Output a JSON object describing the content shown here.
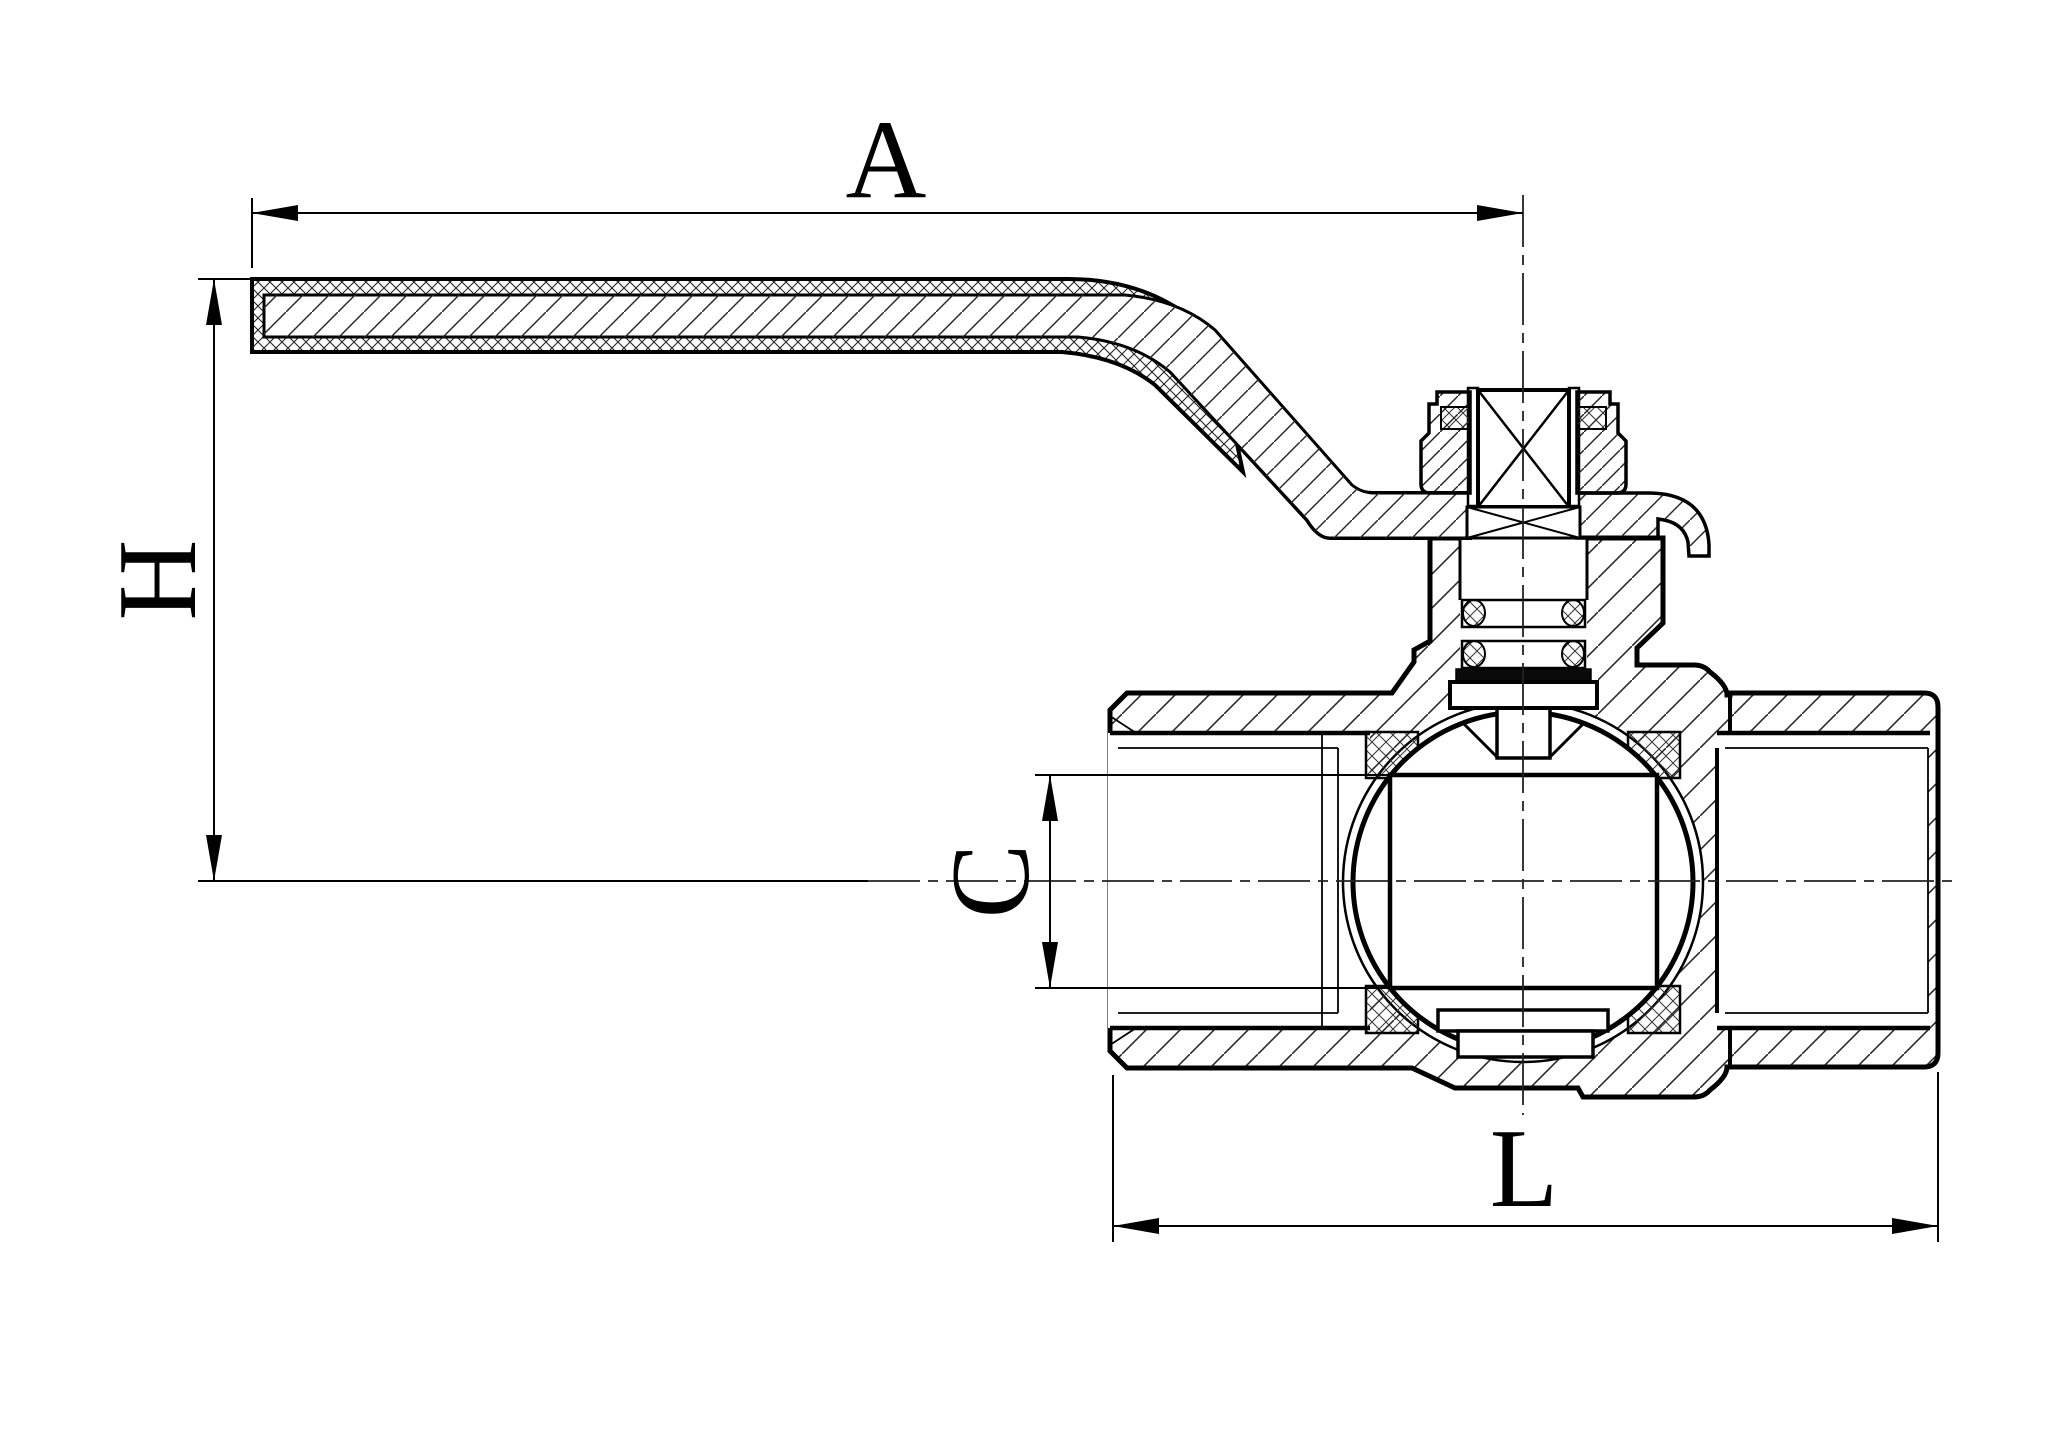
{
  "drawing": {
    "background": "#ffffff",
    "ink": "#000000",
    "centerline_color": "#222222",
    "kind": "ball-valve-cross-section"
  },
  "dimensions": {
    "A": {
      "label": "A",
      "orientation": "horizontal"
    },
    "H": {
      "label": "H",
      "orientation": "vertical"
    },
    "C": {
      "label": "C",
      "orientation": "vertical"
    },
    "L": {
      "label": "L",
      "orientation": "horizontal"
    }
  },
  "parts": {
    "handle": "lever-handle-with-plastic-cover",
    "nut": "gland-nut",
    "stem": "stem-with-square-section",
    "orings": "stem-o-ring-seals",
    "body": "valve-body",
    "ball": "ball-with-through-bore",
    "seats": "ptfe-seats",
    "left_port": "female-threaded-port-left",
    "right_port": "female-threaded-tail-piece-right"
  }
}
